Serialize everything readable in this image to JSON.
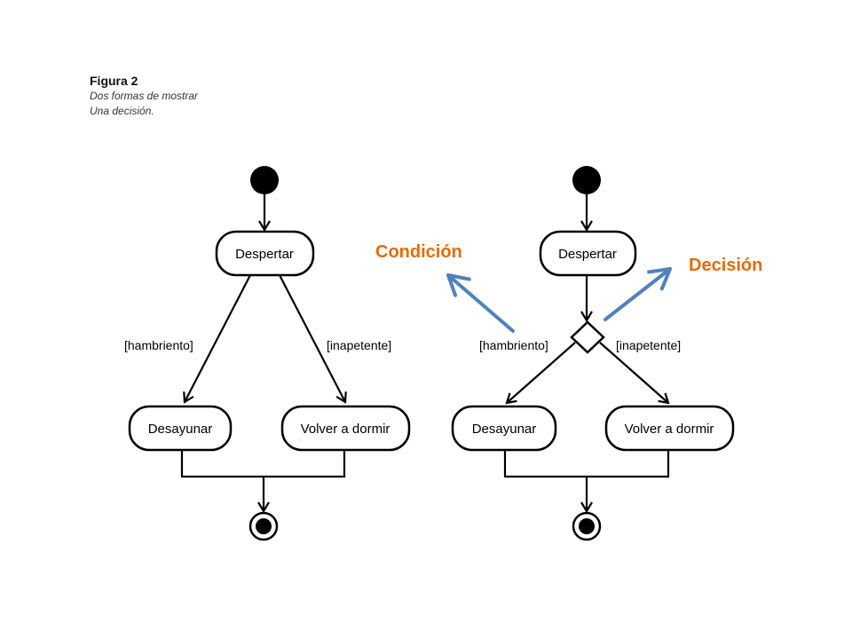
{
  "figure": {
    "title": "Figura 2",
    "subtitle_line1": "Dos formas de mostrar",
    "subtitle_line2": "Una decisión."
  },
  "left_diagram": {
    "action_wake": "Despertar",
    "guard_hungry": "[hambriento]",
    "guard_not_hungry": "[inapetente]",
    "action_breakfast": "Desayunar",
    "action_sleep": "Volver a dormir"
  },
  "right_diagram": {
    "action_wake": "Despertar",
    "guard_hungry": "[hambriento]",
    "guard_not_hungry": "[inapetente]",
    "action_breakfast": "Desayunar",
    "action_sleep": "Volver a dormir"
  },
  "annotations": {
    "condition_label": "Condición",
    "decision_label": "Decisión",
    "label_color": "#E46C0A",
    "arrow_color": "#4F81BD"
  }
}
